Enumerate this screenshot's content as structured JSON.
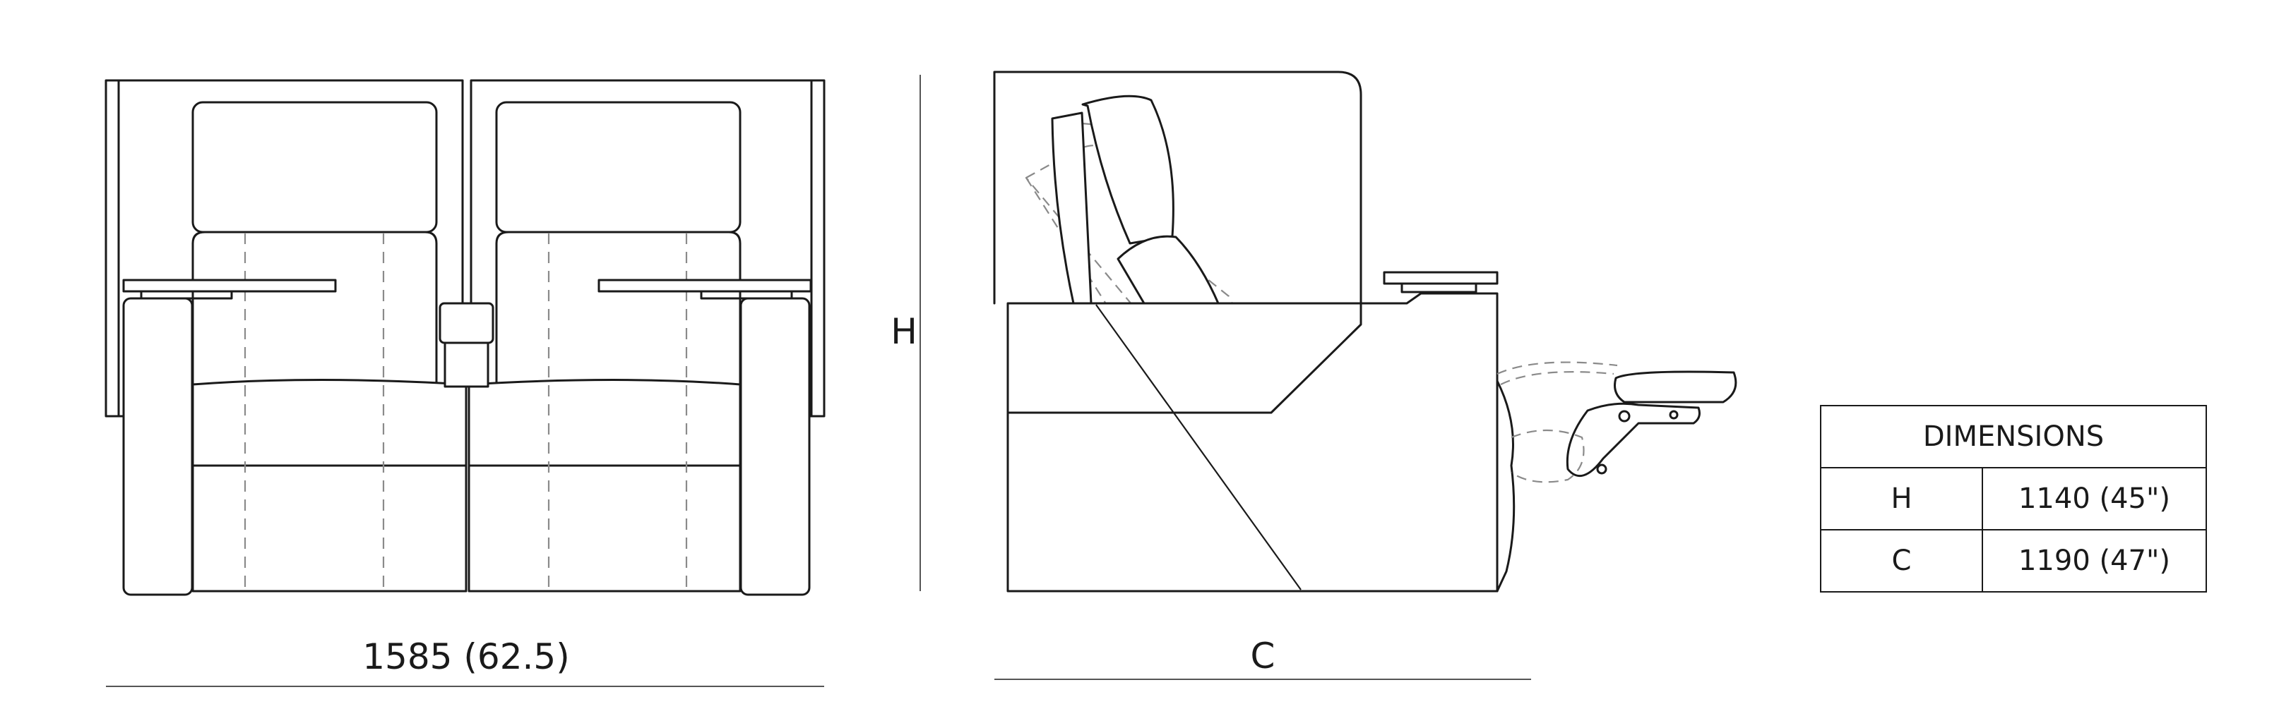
{
  "dimensions": {
    "width_label": "1585 (62.5)",
    "height_label": "H",
    "depth_label": "C"
  },
  "table": {
    "title": "DIMENSIONS",
    "rows": [
      {
        "key": "H",
        "value": "1140 (45\")"
      },
      {
        "key": "C",
        "value": "1190 (47\")"
      }
    ]
  }
}
